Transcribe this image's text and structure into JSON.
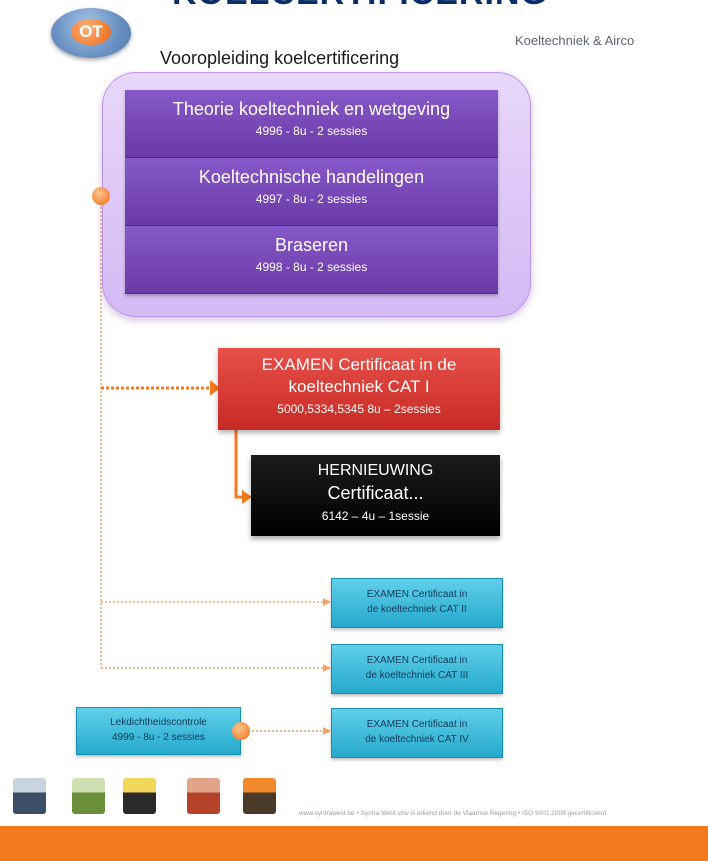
{
  "header": {
    "title": "KOELCERTIFICERING",
    "logo_text": "OT",
    "brand": "Koeltechniek & Airco",
    "subtitle": "Vooropleiding koelcertificering"
  },
  "courses": [
    {
      "title": "Theorie koeltechniek en wetgeving",
      "details": "4996 - 8u - 2 sessies"
    },
    {
      "title": "Koeltechnische handelingen",
      "details": "4997 - 8u - 2 sessies"
    },
    {
      "title": "Braseren",
      "details": "4998 - 8u - 2 sessies"
    }
  ],
  "exam_cat1": {
    "line1": "EXAMEN Certificaat in de",
    "line2": "koeltechniek CAT I",
    "line3": "5000,5334,5345 8u – 2sessies"
  },
  "renewal": {
    "line1": "HERNIEUWING",
    "line2": "Certificaat...",
    "line3": "6142 – 4u – 1sessie"
  },
  "exams": [
    {
      "line1": "EXAMEN Certificaat in",
      "line2": "de koeltechniek CAT II"
    },
    {
      "line1": "EXAMEN Certificaat in",
      "line2": "de koeltechniek CAT III"
    },
    {
      "line1": "EXAMEN Certificaat in",
      "line2": "de koeltechniek CAT IV"
    }
  ],
  "leak_check": {
    "line1": "Lekdichtheidscontrole",
    "line2": "4999 - 8u - 2 sessies"
  },
  "footer": {
    "text": "www.syntrawest.be • Syntra West vzw is erkend door de Vlaamse Regering • ISO 9001:2008 gecertificeerd"
  },
  "colors": {
    "accent_orange": "#f47a20",
    "course_purple": "#7a48b8",
    "exam_red": "#d9362f",
    "renewal_black": "#000000",
    "exam_cyan": "#3cbbe0"
  }
}
